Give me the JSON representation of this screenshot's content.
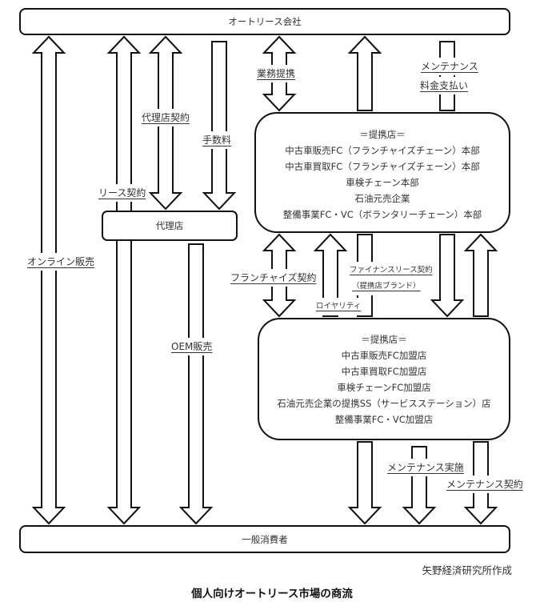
{
  "boxes": {
    "auto_lease_company": {
      "label": "オートリース会社"
    },
    "agency": {
      "label": "代理店"
    },
    "partner_hq": {
      "lines": [
        "＝提携店＝",
        "中古車販売FC（フランチャイズチェーン）本部",
        "中古車買取FC（フランチャイズチェーン）本部",
        "車検チェーン本部",
        "石油元売企業",
        "整備事業FC・VC（ボランタリーチェーン）本部"
      ]
    },
    "partner_stores": {
      "lines": [
        "＝提携店＝",
        "中古車販売FC加盟店",
        "中古車買取FC加盟店",
        "車検チェーンFC加盟店",
        "石油元売企業の提携SS（サービスステーション）店",
        "整備事業FC・VC加盟店"
      ]
    },
    "consumers": {
      "label": "一般消費者"
    }
  },
  "flows": {
    "online_sales": "オンライン販売",
    "lease_contract": "リース契約",
    "agency_contract": "代理店契約",
    "commission": "手数料",
    "oem_sales": "OEM販売",
    "business_alliance": "業務提携",
    "maintenance_fee_payment": [
      "メンテナンス",
      "料金支払い"
    ],
    "franchise_contract": "フランチャイズ契約",
    "royalty": "ロイヤリティ",
    "finance_lease_contract": [
      "ファイナンスリース契約",
      "（提携店ブランド）"
    ],
    "maintenance_service": "メンテナンス実施",
    "maintenance_contract": "メンテナンス契約"
  },
  "credit": "矢野経済研究所作成",
  "title": "個人向けオートリース市場の商流"
}
